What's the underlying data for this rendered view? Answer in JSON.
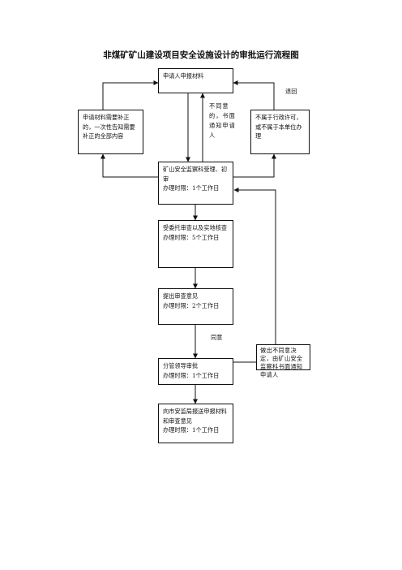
{
  "title": "非煤矿矿山建设项目安全设施设计的审批运行流程图",
  "nodes": {
    "apply": {
      "text": "申请人申报材料"
    },
    "correction": {
      "text": "申请材料需要补正的，一次性告知需要补正的全部内容"
    },
    "not_accepted": {
      "text": "不属于行政许可，或不属于本单位办理"
    },
    "accept": {
      "text": "矿山安全监察科受理、初审",
      "time": "办理时限：1个工作日"
    },
    "review": {
      "text": "受委托审查以及实地核查",
      "time": "办理时限：5个工作日"
    },
    "opinion": {
      "text": "提出审查意见",
      "time": "办理时限：2个工作日"
    },
    "leader": {
      "text": "分管领导审批",
      "time": "办理时限：1个工作日"
    },
    "report": {
      "text": "向市安监局报送申报材料和审查意见",
      "time": "办理时限：1个工作日"
    },
    "disagree_decision": {
      "text": "做出不同意决定，由矿山安全监察科书面通知申请人"
    }
  },
  "labels": {
    "return": "退回",
    "disagree_notice": "不同意的，书面通知申请人",
    "agree": "同意"
  },
  "colors": {
    "line": "#111111"
  }
}
